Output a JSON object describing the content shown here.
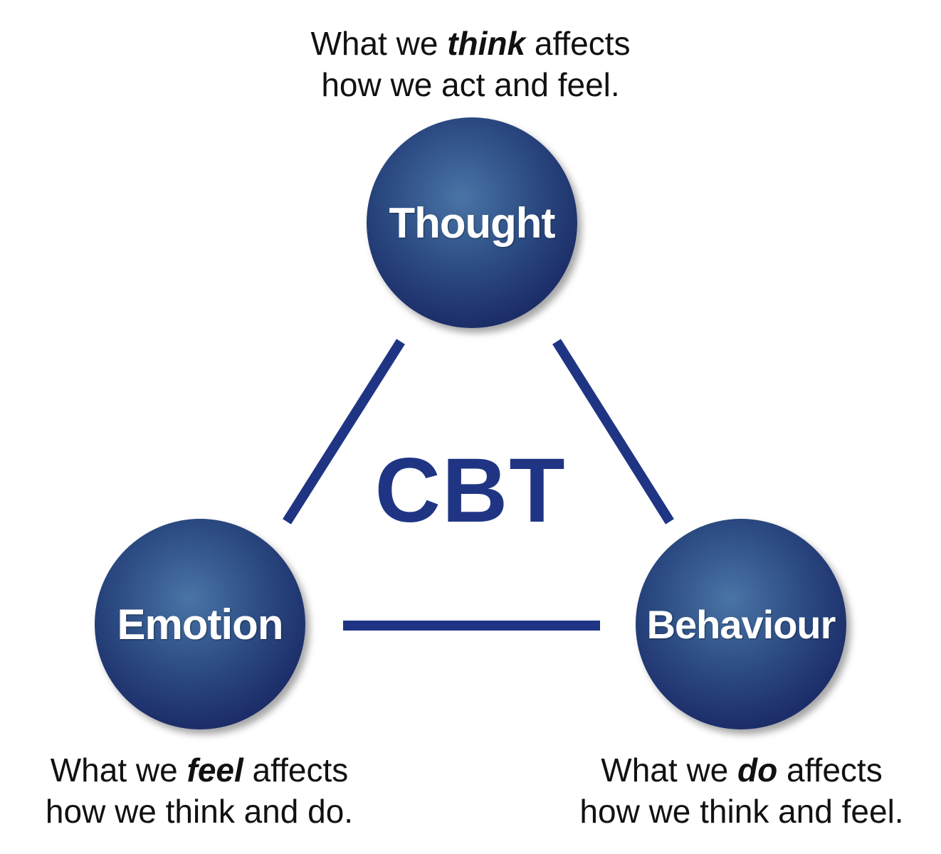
{
  "center_label": "CBT",
  "nodes": {
    "thought": {
      "label": "Thought",
      "caption": {
        "line1_before": "What we ",
        "line1_emphasis": "think",
        "line1_after": " affects",
        "line2": "how we act and feel."
      }
    },
    "emotion": {
      "label": "Emotion",
      "caption": {
        "line1_before": "What we ",
        "line1_emphasis": "feel",
        "line1_after": " affects",
        "line2": "how we think and do."
      }
    },
    "behaviour": {
      "label": "Behaviour",
      "caption": {
        "line1_before": "What we ",
        "line1_emphasis": "do",
        "line1_after": " affects",
        "line2": "how we think and feel."
      }
    }
  },
  "colors": {
    "accent": "#1f3584",
    "node_fill": "#1d2f6a",
    "node_text": "#ffffff",
    "caption_text": "#111111"
  }
}
